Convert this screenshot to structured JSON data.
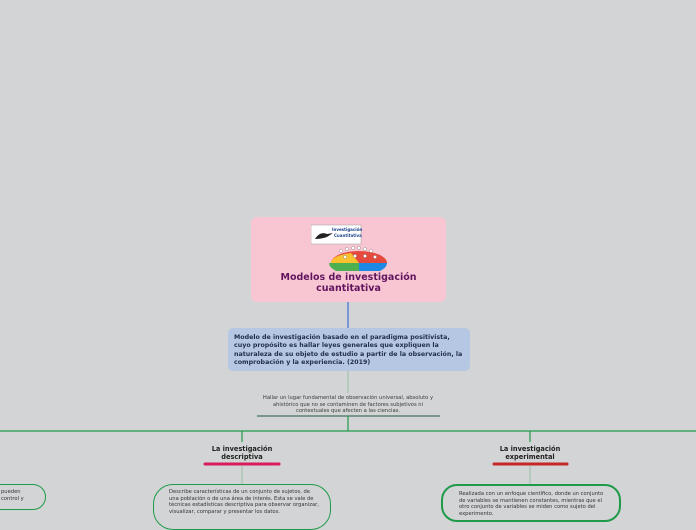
{
  "central": {
    "title": "Modelos de investigación cuantitativa",
    "image_label_line1": "Investigación",
    "image_label_line2": "Cuantitativa"
  },
  "definition": {
    "text": "Modelo de investigación basado en el paradigma positivista, cuyo propósito es hallar leyes generales que expliquen la naturaleza de su objeto de estudio a partir de la observación, la comprobación y la experiencia. (2019)"
  },
  "note": {
    "text": "Hallar un lugar fundamental de observación universal, absoluto y ahistórico que no se contaminen de factores subjetivos ni contextuales  que afecten a las ciencias."
  },
  "branches": [
    {
      "title": "La investigación descriptiva",
      "underline_color": "#d81b5a",
      "detail": "Describe características de un conjunto de sujetos, de una población o de una área de interés. Esta se vale de técnicas estadísticas descriptiva para observar organizar, visualizar, comparar y presentar los datos."
    },
    {
      "title": "La investigación experimental",
      "underline_color": "#c62828",
      "detail": "Realizada con un enfoque científico, donde un conjunto de variables se mantienen constantes, mientras que el otro conjunto de variables se miden como sujeto del experimento."
    }
  ],
  "left_partial": {
    "text": "pueden control y"
  },
  "colors": {
    "background": "#d3d4d5",
    "central_fill": "#f8c6d2",
    "central_text": "#62155f",
    "definition_fill": "#b5c7e3",
    "connector": "#1e9a4a",
    "central_connector": "#3b6fd8"
  }
}
